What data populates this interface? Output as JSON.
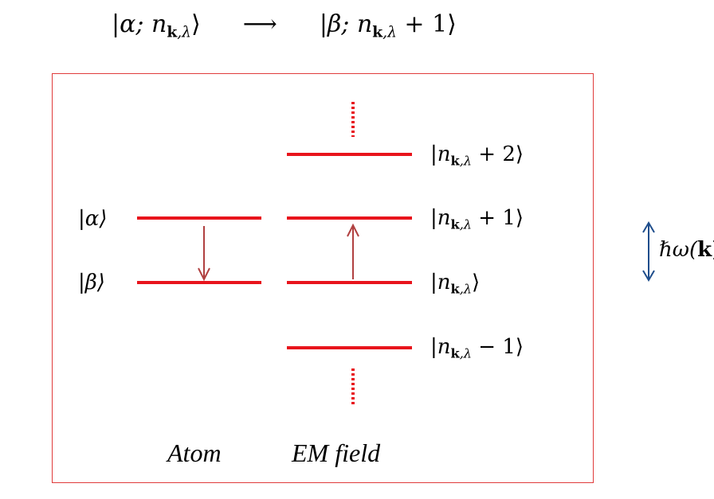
{
  "transition": {
    "initial": "|α; n",
    "initial_sub_bold": "k",
    "initial_sub_rest": ",λ",
    "initial_close": "⟩",
    "arrow": "⟶",
    "final": "|β; n",
    "final_sub_bold": "k",
    "final_sub_rest": ",λ",
    "final_close": " + 1⟩"
  },
  "atom": {
    "caption": "Atom",
    "upper_label": "|α⟩",
    "lower_label": "|β⟩"
  },
  "field": {
    "caption": "EM field",
    "levels": [
      {
        "pre": "|n",
        "sub_bold": "k",
        "sub_rest": ",λ",
        "post": " + 2⟩"
      },
      {
        "pre": "|n",
        "sub_bold": "k",
        "sub_rest": ",λ",
        "post": " + 1⟩"
      },
      {
        "pre": "|n",
        "sub_bold": "k",
        "sub_rest": ",λ",
        "post": "⟩"
      },
      {
        "pre": "|n",
        "sub_bold": "k",
        "sub_rest": ",λ",
        "post": " − 1⟩"
      }
    ]
  },
  "energy": {
    "pre": "ℏω(",
    "bold": "k",
    "post": ")"
  },
  "colors": {
    "level": "#e8141c",
    "box_border": "#e03b3b",
    "transition_arrow": "#b04040",
    "energy_arrow": "#1f4e8c"
  }
}
